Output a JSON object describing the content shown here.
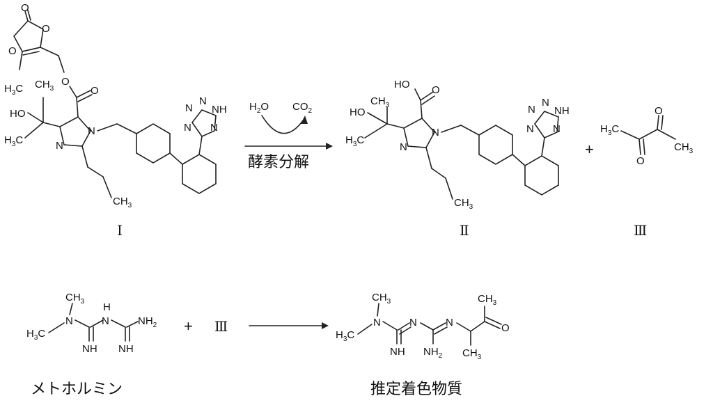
{
  "labels": {
    "compound1": "Ⅰ",
    "compound2": "Ⅱ",
    "compound3": "Ⅲ",
    "reagent3": "Ⅲ",
    "plus1": "+",
    "plus2": "+",
    "enzymatic": "酵素分解",
    "metformin": "メトホルミン",
    "product": "推定着色物質"
  },
  "reaction_inputs": {
    "water": "H2O",
    "co2": "CO2"
  },
  "atoms": {
    "oh": "HO",
    "ch3": "CH3",
    "h3c": "H3C",
    "o": "O",
    "n": "N",
    "nh": "NH",
    "nh2": "NH2",
    "h": "H",
    "ho_acid": "HO"
  }
}
